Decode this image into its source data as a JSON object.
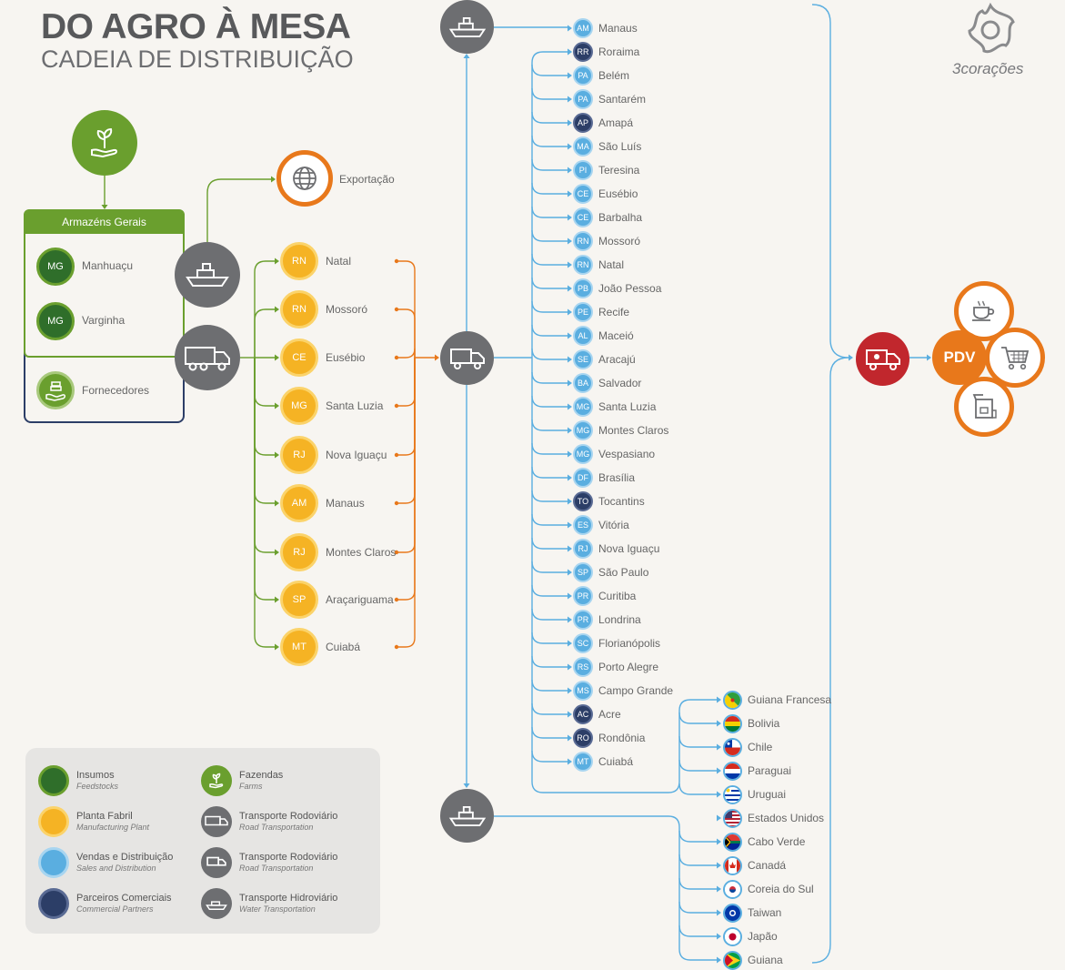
{
  "header": {
    "title": "DO AGRO À MESA",
    "subtitle": "CADEIA DE DISTRIBUIÇÃO",
    "brand": "3corações"
  },
  "colors": {
    "green_dark": "#2f6e2a",
    "green": "#6a9f2e",
    "yellow": "#f5b324",
    "orange": "#e8781b",
    "blue": "#5aaee0",
    "navy": "#2c3e67",
    "gray": "#6d6e71",
    "red": "#c1272d"
  },
  "warehouses": {
    "title": "Armazéns Gerais",
    "items": [
      {
        "code": "MG",
        "name": "Manhuaçu"
      },
      {
        "code": "MG",
        "name": "Varginha"
      }
    ],
    "suppliers": "Fornecedores"
  },
  "export": {
    "label": "Exportação"
  },
  "plants": [
    {
      "code": "RN",
      "name": "Natal"
    },
    {
      "code": "RN",
      "name": "Mossoró"
    },
    {
      "code": "CE",
      "name": "Eusébio"
    },
    {
      "code": "MG",
      "name": "Santa Luzia"
    },
    {
      "code": "RJ",
      "name": "Nova Iguaçu"
    },
    {
      "code": "AM",
      "name": "Manaus"
    },
    {
      "code": "RJ",
      "name": "Montes Claros"
    },
    {
      "code": "SP",
      "name": "Araçariguama"
    },
    {
      "code": "MT",
      "name": "Cuiabá"
    }
  ],
  "distribution": [
    {
      "code": "AM",
      "name": "Manaus",
      "type": "sales"
    },
    {
      "code": "RR",
      "name": "Roraima",
      "type": "partner"
    },
    {
      "code": "PA",
      "name": "Belém",
      "type": "sales"
    },
    {
      "code": "PA",
      "name": "Santarém",
      "type": "sales"
    },
    {
      "code": "AP",
      "name": "Amapá",
      "type": "partner"
    },
    {
      "code": "MA",
      "name": "São Luís",
      "type": "sales"
    },
    {
      "code": "PI",
      "name": "Teresina",
      "type": "sales"
    },
    {
      "code": "CE",
      "name": "Eusébio",
      "type": "sales"
    },
    {
      "code": "CE",
      "name": "Barbalha",
      "type": "sales"
    },
    {
      "code": "RN",
      "name": "Mossoró",
      "type": "sales"
    },
    {
      "code": "RN",
      "name": "Natal",
      "type": "sales"
    },
    {
      "code": "PB",
      "name": "João Pessoa",
      "type": "sales"
    },
    {
      "code": "PE",
      "name": "Recife",
      "type": "sales"
    },
    {
      "code": "AL",
      "name": "Maceió",
      "type": "sales"
    },
    {
      "code": "SE",
      "name": "Aracajú",
      "type": "sales"
    },
    {
      "code": "BA",
      "name": "Salvador",
      "type": "sales"
    },
    {
      "code": "MG",
      "name": "Santa Luzia",
      "type": "sales"
    },
    {
      "code": "MG",
      "name": "Montes Claros",
      "type": "sales"
    },
    {
      "code": "MG",
      "name": "Vespasiano",
      "type": "sales"
    },
    {
      "code": "DF",
      "name": "Brasília",
      "type": "sales"
    },
    {
      "code": "TO",
      "name": "Tocantins",
      "type": "partner"
    },
    {
      "code": "ES",
      "name": "Vitória",
      "type": "sales"
    },
    {
      "code": "RJ",
      "name": "Nova Iguaçu",
      "type": "sales"
    },
    {
      "code": "SP",
      "name": "São Paulo",
      "type": "sales"
    },
    {
      "code": "PR",
      "name": "Curitiba",
      "type": "sales"
    },
    {
      "code": "PR",
      "name": "Londrina",
      "type": "sales"
    },
    {
      "code": "SC",
      "name": "Florianópolis",
      "type": "sales"
    },
    {
      "code": "RS",
      "name": "Porto Alegre",
      "type": "sales"
    },
    {
      "code": "MS",
      "name": "Campo Grande",
      "type": "sales"
    },
    {
      "code": "AC",
      "name": "Acre",
      "type": "partner"
    },
    {
      "code": "RO",
      "name": "Rondônia",
      "type": "partner"
    },
    {
      "code": "MT",
      "name": "Cuiabá",
      "type": "sales"
    }
  ],
  "countries": [
    {
      "name": "Guiana Francesa",
      "flag": "french-guiana-flag-icon"
    },
    {
      "name": "Bolivia",
      "flag": "bolivia-flag-icon"
    },
    {
      "name": "Chile",
      "flag": "chile-flag-icon"
    },
    {
      "name": "Paraguai",
      "flag": "paraguay-flag-icon"
    },
    {
      "name": "Uruguai",
      "flag": "uruguay-flag-icon"
    },
    {
      "name": "Estados Unidos",
      "flag": "usa-flag-icon"
    },
    {
      "name": "Cabo Verde",
      "flag": "south-africa-flag-icon"
    },
    {
      "name": "Canadá",
      "flag": "canada-flag-icon"
    },
    {
      "name": "Coreia do Sul",
      "flag": "south-korea-flag-icon"
    },
    {
      "name": "Taiwan",
      "flag": "taiwan-flag-icon"
    },
    {
      "name": "Japão",
      "flag": "japan-flag-icon"
    },
    {
      "name": "Guiana",
      "flag": "guyana-flag-icon"
    }
  ],
  "pdv": {
    "label": "PDV"
  },
  "legend": [
    {
      "title": "Insumos",
      "sub": "Feedstocks",
      "kind": "feedstocks"
    },
    {
      "title": "Fazendas",
      "sub": "Farms",
      "kind": "farms"
    },
    {
      "title": "Planta Fabril",
      "sub": "Manufacturing Plant",
      "kind": "plant"
    },
    {
      "title": "Transporte Rodoviário",
      "sub": "Road Transportation",
      "kind": "truck-big"
    },
    {
      "title": "Vendas e Distribuição",
      "sub": "Sales and Distribution",
      "kind": "sales"
    },
    {
      "title": "Transporte Rodoviário",
      "sub": "Road Transportation",
      "kind": "truck-small"
    },
    {
      "title": "Parceiros Comerciais",
      "sub": "Commercial Partners",
      "kind": "partner"
    },
    {
      "title": "Transporte Hidroviário",
      "sub": "Water Transportation",
      "kind": "ship"
    }
  ]
}
